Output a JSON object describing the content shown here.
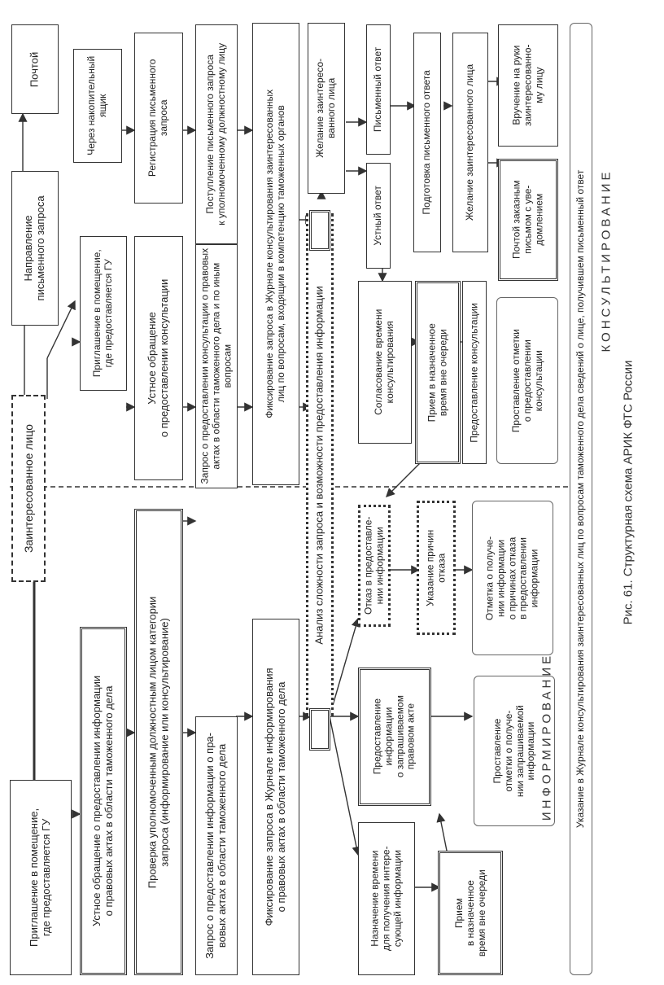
{
  "boxes": {
    "interested_person": "Заинтересованное лицо",
    "invite_right": "Приглашение в помещение,\nгде предоставляется ГУ",
    "oral_info": "Устное обращение о предоставлении информации\nо правовых актах в области таможенного дела",
    "check_category": "Проверка уполномоченным должностным лицом категории\nзапроса (информирование или консультирование)",
    "info_request": "Запрос о предоставлении информации о пра-\nвовых актах в области таможенного дела",
    "fix_info_journal": "Фиксирование запроса в Журнале информирования\nо правовых актах в области таможенного дела",
    "analysis": "Анализ сложности запроса и возможности предоставления информации",
    "schedule_time": "Назначение времени\nдля получения интере-\nсующей информации",
    "provide_info": "Предоставление\nинформации\nо запрашиваемом\nправовом акте",
    "refusal": "Отказ в предоставле-\nнии информации",
    "reception_left": "Прием\nв назначенное\nвремя вне очереди",
    "mark_received": "Проставление\nотметки о получе-\nнии запрашиваемой\nинформации",
    "reasons": "Указание причин\nотказа",
    "mark_refusal": "Отметка о получе-\nнии информации\nо причинах отказа\nв предоставлении\nинформации",
    "invite_left": "Приглашение в помещение,\nгде предоставляется ГУ",
    "oral_consult": "Устное обращение\nо предоставлении консультации",
    "consult_request": "Запрос о предоставлении консультации о правовых\nактах в области таможенного дела и по иным вопросам",
    "fix_consult_journal": "Фиксирование запроса в Журнале консультирования заинтересованных\nлиц по вопросам, входящим в компетенцию таможенных органов",
    "written_request": "Направление\nписьменного запроса",
    "by_mail": "Почтой",
    "drop_box": "Через накопительный\nящик",
    "registration": "Регистрация письменного\nзапроса",
    "to_official": "Поступление письменного запроса\nк уполномоченному должностному лицу",
    "agree_time": "Согласование времени\nконсультирования",
    "oral_answer": "Устный ответ",
    "reception_right": "Прием в назначенное\nвремя вне очереди",
    "provide_consult": "Предоставление консультации",
    "mark_consult": "Проставление отметки\nо предоставлении\nконсультации",
    "desire_person": "Желание заинтересо-\nванного лица",
    "written_answer": "Письменный ответ",
    "prepare_answer": "Подготовка письменного ответа",
    "desire_person2": "Желание заинтересованного лица",
    "registered_mail": "Почтой заказным\nписьмом с уве-\nдомлением",
    "hand_delivery": "Вручение на руки\nзаинтересованно-\nму лицу",
    "journal_note": "Указание в Журнале консультирования заинтересованных лиц по вопросам таможенного дела сведений о лице, получившем письменный ответ"
  },
  "section_labels": {
    "informing": "ИНФОРМИРОВАНИЕ",
    "consulting": "КОНСУЛЬТИРОВАНИЕ"
  },
  "caption": "Рис. 61. Структурная схема АРИК ФТС России"
}
